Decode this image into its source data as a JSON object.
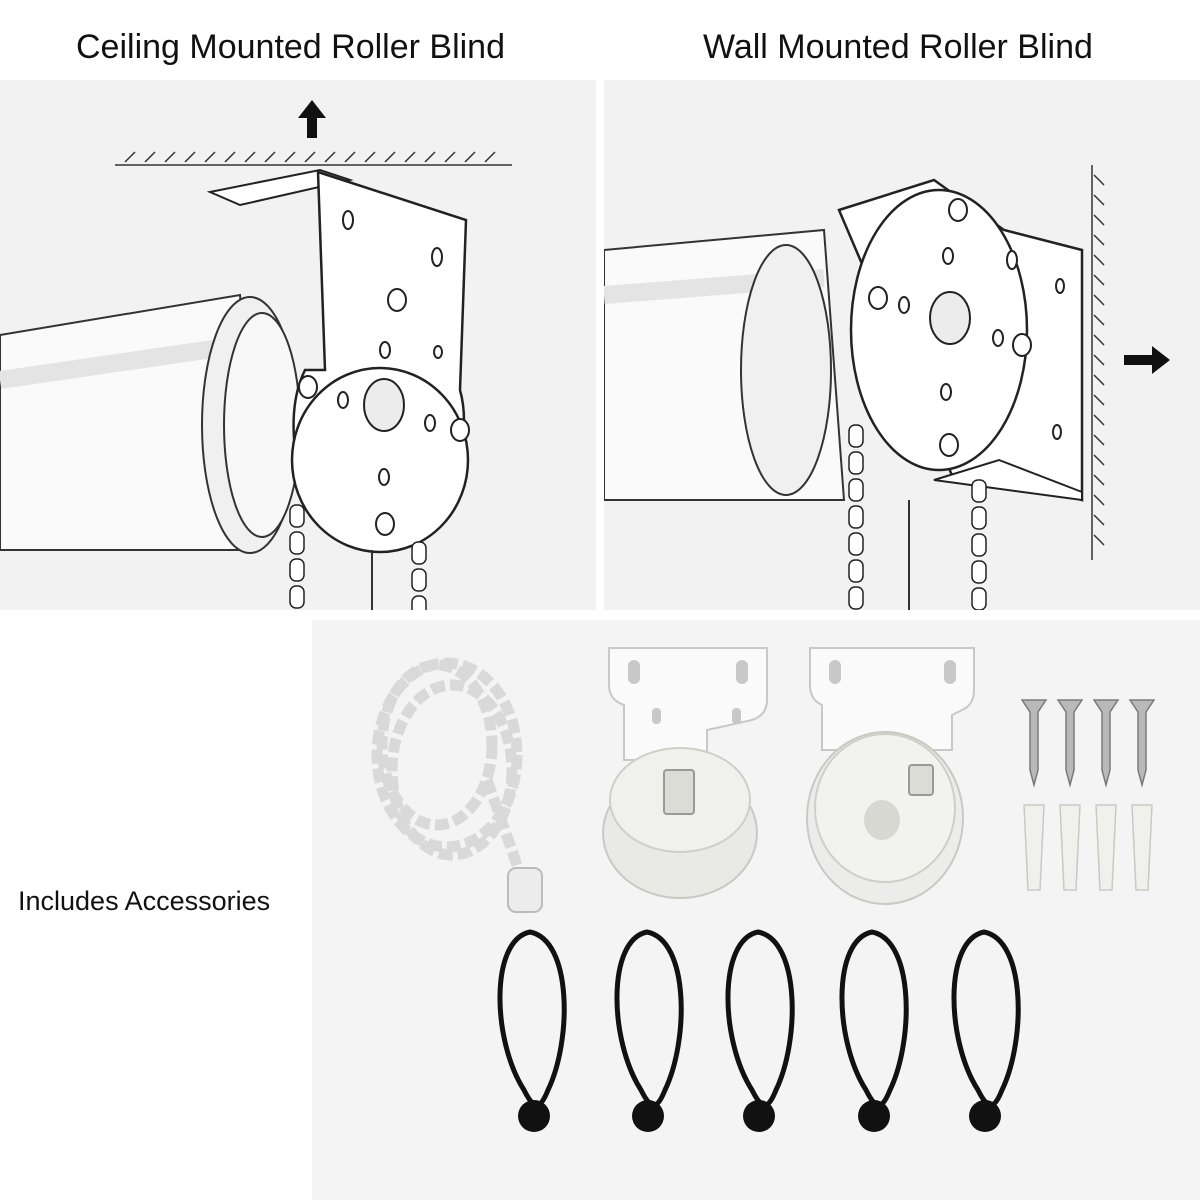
{
  "titles": {
    "ceiling": "Ceiling Mounted Roller Blind",
    "wall": "Wall Mounted Roller Blind"
  },
  "accessories_label": "Includes Accessories",
  "colors": {
    "panel_background": "#f2f2f2",
    "line_art": "#222222",
    "bracket_fill": "#ffffff",
    "elastic_loop": "#111111",
    "chain": "#e8e8e8"
  },
  "icons": {
    "ceiling_direction": "arrow-up-icon",
    "wall_direction": "arrow-right-icon"
  },
  "accessories": {
    "bead_chain_count": 1,
    "bracket_count": 2,
    "screw_count": 4,
    "wall_plug_count": 4,
    "elastic_loop_count": 5
  }
}
